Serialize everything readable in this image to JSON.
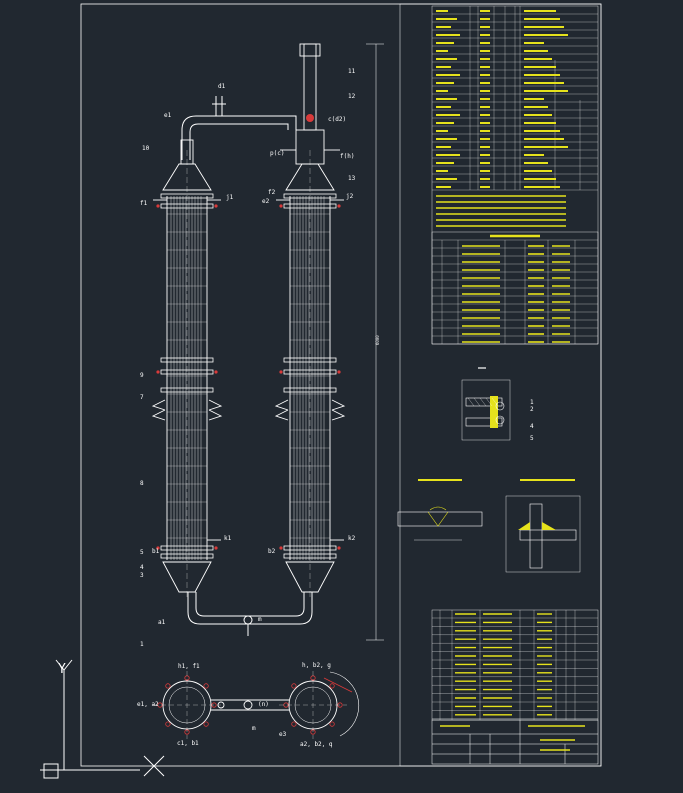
{
  "colors": {
    "background": "#212830",
    "lines": "#ffffff",
    "yellow": "#e6e21c",
    "red": "#d93a3a",
    "cyan": "#3ec7d3",
    "green": "#4bd04b"
  },
  "callouts": {
    "n1": "1",
    "n3": "3",
    "n4": "4",
    "n5": "5",
    "n7": "7",
    "n8": "8",
    "n9": "9",
    "n10": "10",
    "n11": "11",
    "n12": "12",
    "n13": "13",
    "d1": "d1",
    "e1": "e1",
    "e2": "e2",
    "f1": "f1",
    "f2": "f2",
    "j1": "j1",
    "j2": "j2",
    "k1": "k1",
    "k2": "k2",
    "b1": "b1",
    "b2": "b2",
    "a1": "a1",
    "m": "m",
    "cd2": "c(d2)",
    "pc": "p(c)",
    "fh": "f(h)"
  },
  "plan_view": {
    "l1": "h1, f1",
    "l2": "e1, a2",
    "l3": "c1, b1",
    "l4": "h, b2, g",
    "l5": "e3",
    "l6": "a2, b2, q",
    "m": "m",
    "n": "(n)"
  },
  "detail_labels": {
    "a": "1",
    "b": "2",
    "c": "4",
    "d": "5"
  },
  "axis": {
    "y": "Y"
  },
  "dimension_label": "6000"
}
